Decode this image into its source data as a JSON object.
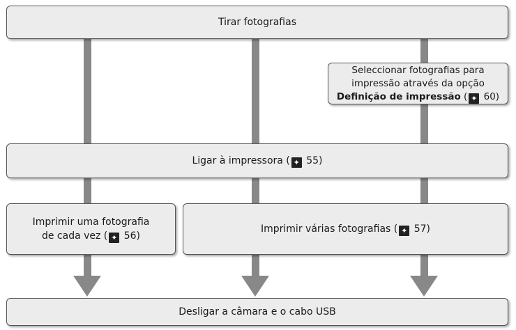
{
  "nodes": {
    "take_photos": {
      "label": "Tirar fotografias"
    },
    "select_photos": {
      "line1": "Seleccionar fotografias para",
      "line2": "impressão através da opção",
      "option": "Definição de impressão",
      "open": " (",
      "page": " 60)"
    },
    "connect_printer": {
      "label": "Ligar à impressora (",
      "page": " 55)"
    },
    "print_one": {
      "line1": "Imprimir uma fotografia",
      "line2": "de cada vez (",
      "page": " 56)"
    },
    "print_multiple": {
      "label": "Imprimir várias fotografias (",
      "page": " 57)"
    },
    "disconnect": {
      "label": "Desligar a câmara e o cabo USB"
    }
  },
  "reference_icon": {
    "name": "book-reference-icon",
    "glyph": "✦"
  },
  "colors": {
    "box_fill": "#ececec",
    "connector": "#888888",
    "border": "#555555"
  }
}
